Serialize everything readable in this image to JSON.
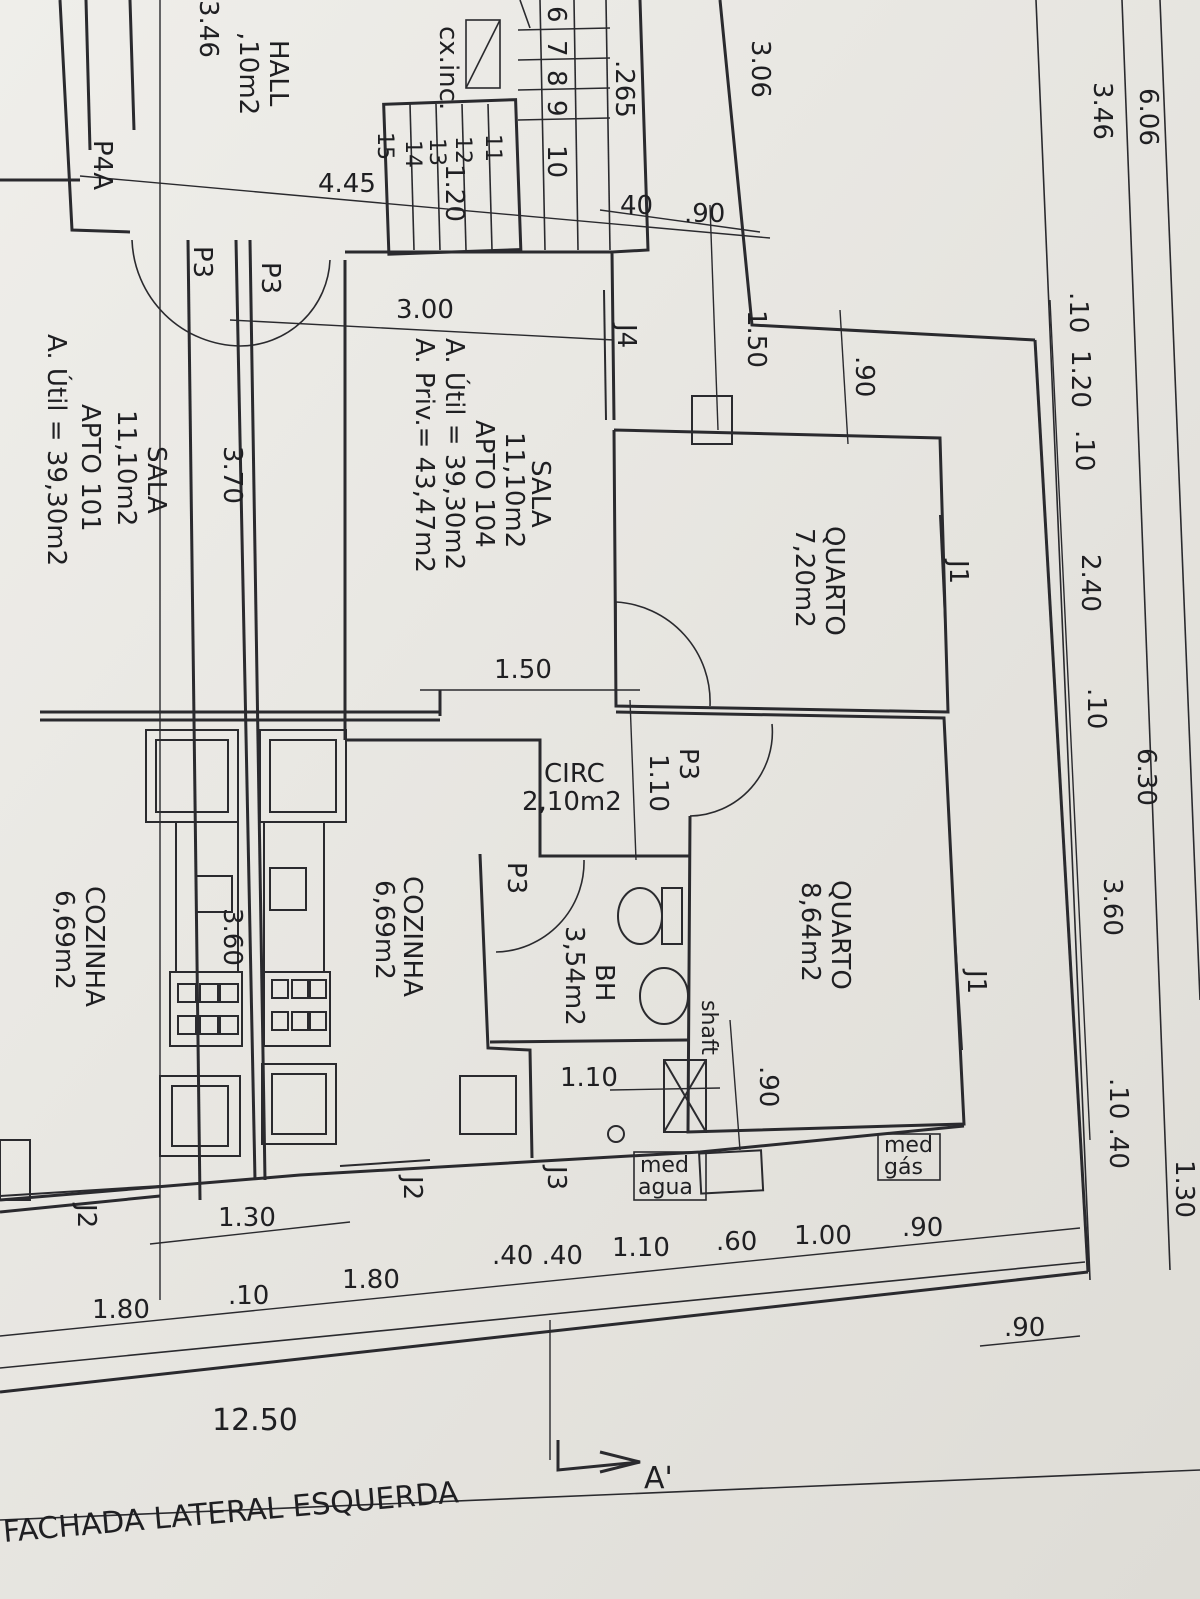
{
  "rooms": {
    "hall": {
      "name": "HALL",
      "area": ",10m2",
      "dim": "3.46"
    },
    "cx_inc": "cx.inc.",
    "stairs": [
      "6",
      "7",
      "8",
      "9",
      "10",
      "11",
      "12",
      "13",
      "14",
      "15"
    ],
    "stair_dims": [
      ".265",
      "1.20",
      "4.45"
    ],
    "apto104": {
      "sala": "SALA",
      "sala_area": "11,10m2",
      "apto": "APTO 104",
      "util": "A. Útil  =  39,30m2",
      "priv": "A. Priv.=  43,47m2"
    },
    "apto101": {
      "sala": "SALA",
      "sala_area": "11,10m2",
      "apto": "APTO 101",
      "util": "A. Útil  =  39,30m2"
    },
    "quarto1": {
      "name": "QUARTO",
      "area": "7,20m2"
    },
    "quarto2": {
      "name": "QUARTO",
      "area": "8,64m2"
    },
    "circ": {
      "name": "CIRC",
      "area": "2,10m2"
    },
    "bh": {
      "name": "BH",
      "area": "3,54m2"
    },
    "cozinha1": {
      "name": "COZINHA",
      "area": "6,69m2"
    },
    "cozinha2": {
      "name": "COZINHA",
      "area": "6,69m2"
    }
  },
  "tags": {
    "p4a": "P4A",
    "p3_a": "P3",
    "p3_b": "P3",
    "p3_c": "P3",
    "p3_d": "P3",
    "j4": "J4",
    "j1_a": "J1",
    "j1_b": "J1",
    "j2_a": "J2",
    "j2_b": "J2",
    "j3": "J3",
    "shaft": "shaft",
    "med_agua": [
      "med",
      "agua"
    ],
    "med_gas": [
      "med",
      "gás"
    ]
  },
  "dims": {
    "d606": "6.06",
    "d346": "3.46",
    "d306": "3.06",
    "d40": "40",
    "d90a": ".90",
    "d300": "3.00",
    "d150a": "1.50",
    "d90b": ".90",
    "d10a": ".10",
    "d120": "1.20",
    "d10b": ".10",
    "d240": "2.40",
    "d10c": ".10",
    "d630": "6.30",
    "d360": "3.60",
    "d150b": "1.50",
    "d110a": "1.10",
    "d370": "3.70",
    "d360b": "3.60",
    "d110b": "1.10",
    "d90c": ".90",
    "d1040": ".10 .40",
    "d130a": "1.30",
    "d130b": "1.30",
    "d180a": "1.80",
    "d10d": ".10",
    "d180b": "1.80",
    "d4040": ".40 .40",
    "d110c": "1.10",
    "d60": ".60",
    "d100": "1.00",
    "d90d": ".90",
    "d90e": ".90",
    "d1250": "12.50"
  },
  "footer": {
    "title": "FACHADA LATERAL ESQUERDA",
    "section": "A'"
  }
}
